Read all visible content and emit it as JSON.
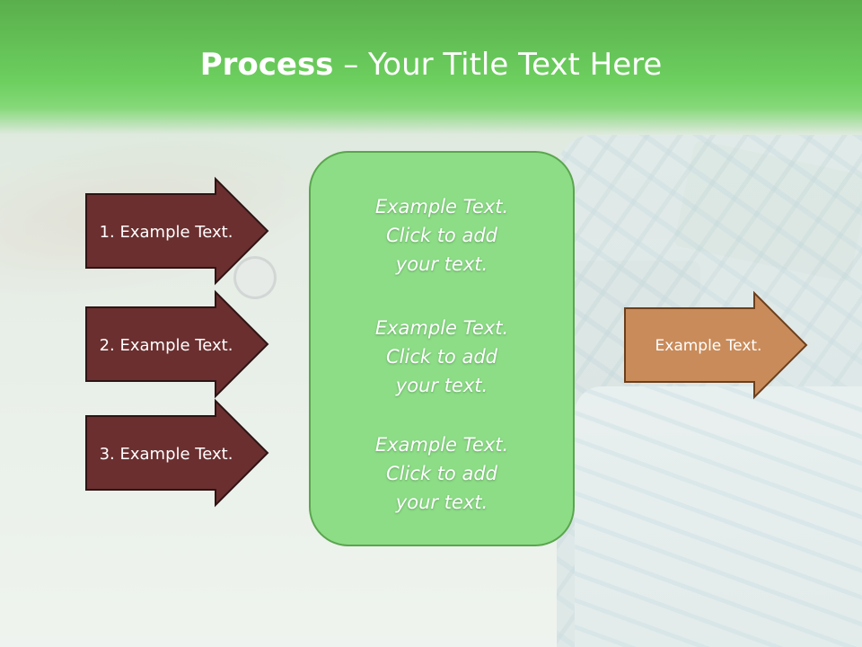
{
  "slide": {
    "title_bold": "Process",
    "title_rest": " – Your Title Text Here"
  },
  "left_steps": [
    {
      "label": "1. Example Text."
    },
    {
      "label": "2. Example Text."
    },
    {
      "label": "3. Example Text."
    }
  ],
  "center_box": {
    "blocks": [
      {
        "text": "Example Text.\nClick  to add\nyour text."
      },
      {
        "text": "Example Text.\nClick  to add\nyour text."
      },
      {
        "text": "Example Text.\nClick  to add\nyour text."
      }
    ]
  },
  "right_step": {
    "label": "Example Text."
  },
  "colors": {
    "header_green": "#6ccf5e",
    "step_fill": "#6b2f2f",
    "center_fill": "#8cdd86",
    "right_fill": "#c98b5a"
  }
}
